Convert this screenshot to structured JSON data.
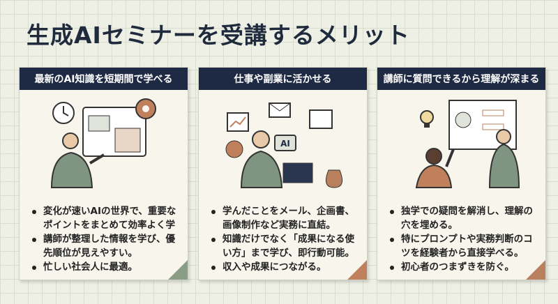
{
  "title": "生成AIセミナーを受講するメリット",
  "cards": [
    {
      "heading": "最新のAI知識を短期間で学べる",
      "accent": "#8a9e86",
      "bullets": [
        "変化が速いAIの世界で、重要なポイントをまとめて効率よく学",
        "講師が整理した情報を学び、優先順位が見えやすい。",
        "忙しい社会人に最適。"
      ]
    },
    {
      "heading": "仕事や副業に活かせる",
      "accent": "#c0805c",
      "ai_label": "AI",
      "bullets": [
        "学んだことをメール、企画書、画像制作など実務に直結。",
        "知識だけでなく「成果になる使い方」まで学び、即行動可能。",
        "収入や成果につながる。"
      ]
    },
    {
      "heading": "講師に質問できるから理解が深まる",
      "accent": "#b9805e",
      "bullets": [
        "独学での疑問を解消し、理解の穴を埋める。",
        "特にプロンプトや実務判断のコツを経験者から直接学べる。",
        "初心者のつまずきを防ぐ。"
      ]
    }
  ]
}
